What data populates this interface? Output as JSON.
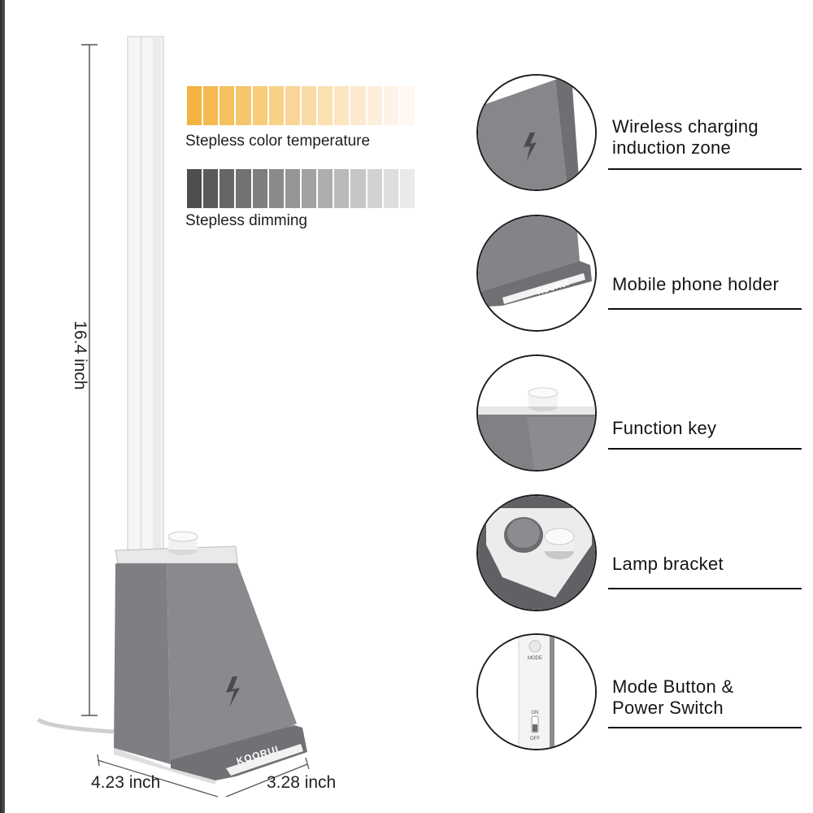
{
  "dimensions": {
    "height": "16.4 inch",
    "width": "4.23 inch",
    "depth": "3.28 inch"
  },
  "brand": "KOORUI",
  "gradients": {
    "temperature": {
      "caption": "Stepless color temperature",
      "colors": [
        "#f2b340",
        "#f4b94f",
        "#f5c05e",
        "#f6c66d",
        "#f7cc7b",
        "#f8d189",
        "#f9d697",
        "#fadba5",
        "#fbe0b2",
        "#fce5bf",
        "#fcead0",
        "#fdefdb",
        "#fef3e6",
        "#fff7f0"
      ]
    },
    "dimming": {
      "caption": "Stepless dimming",
      "colors": [
        "#4e4e4e",
        "#5a5a5a",
        "#666666",
        "#727272",
        "#7e7e7e",
        "#8a8a8a",
        "#969696",
        "#a2a2a2",
        "#aeaeae",
        "#bababa",
        "#c6c6c6",
        "#d2d2d2",
        "#dedede",
        "#eaeaea"
      ]
    }
  },
  "features": [
    {
      "label": "Wireless charging\ninduction zone",
      "icon": "wireless-charging-icon"
    },
    {
      "label": "Mobile phone holder",
      "icon": "phone-holder-icon"
    },
    {
      "label": "Function key",
      "icon": "function-key-icon"
    },
    {
      "label": "Lamp bracket",
      "icon": "lamp-bracket-icon"
    },
    {
      "label": "Mode Button &\nPower Switch",
      "icon": "mode-switch-icon"
    }
  ],
  "switch_labels": {
    "mode": "MODE",
    "on": "ON",
    "off": "OFF"
  },
  "colors": {
    "body_gray": "#7b7d80",
    "dark_gray": "#5f6164",
    "tube_white": "#f4f4f4"
  }
}
